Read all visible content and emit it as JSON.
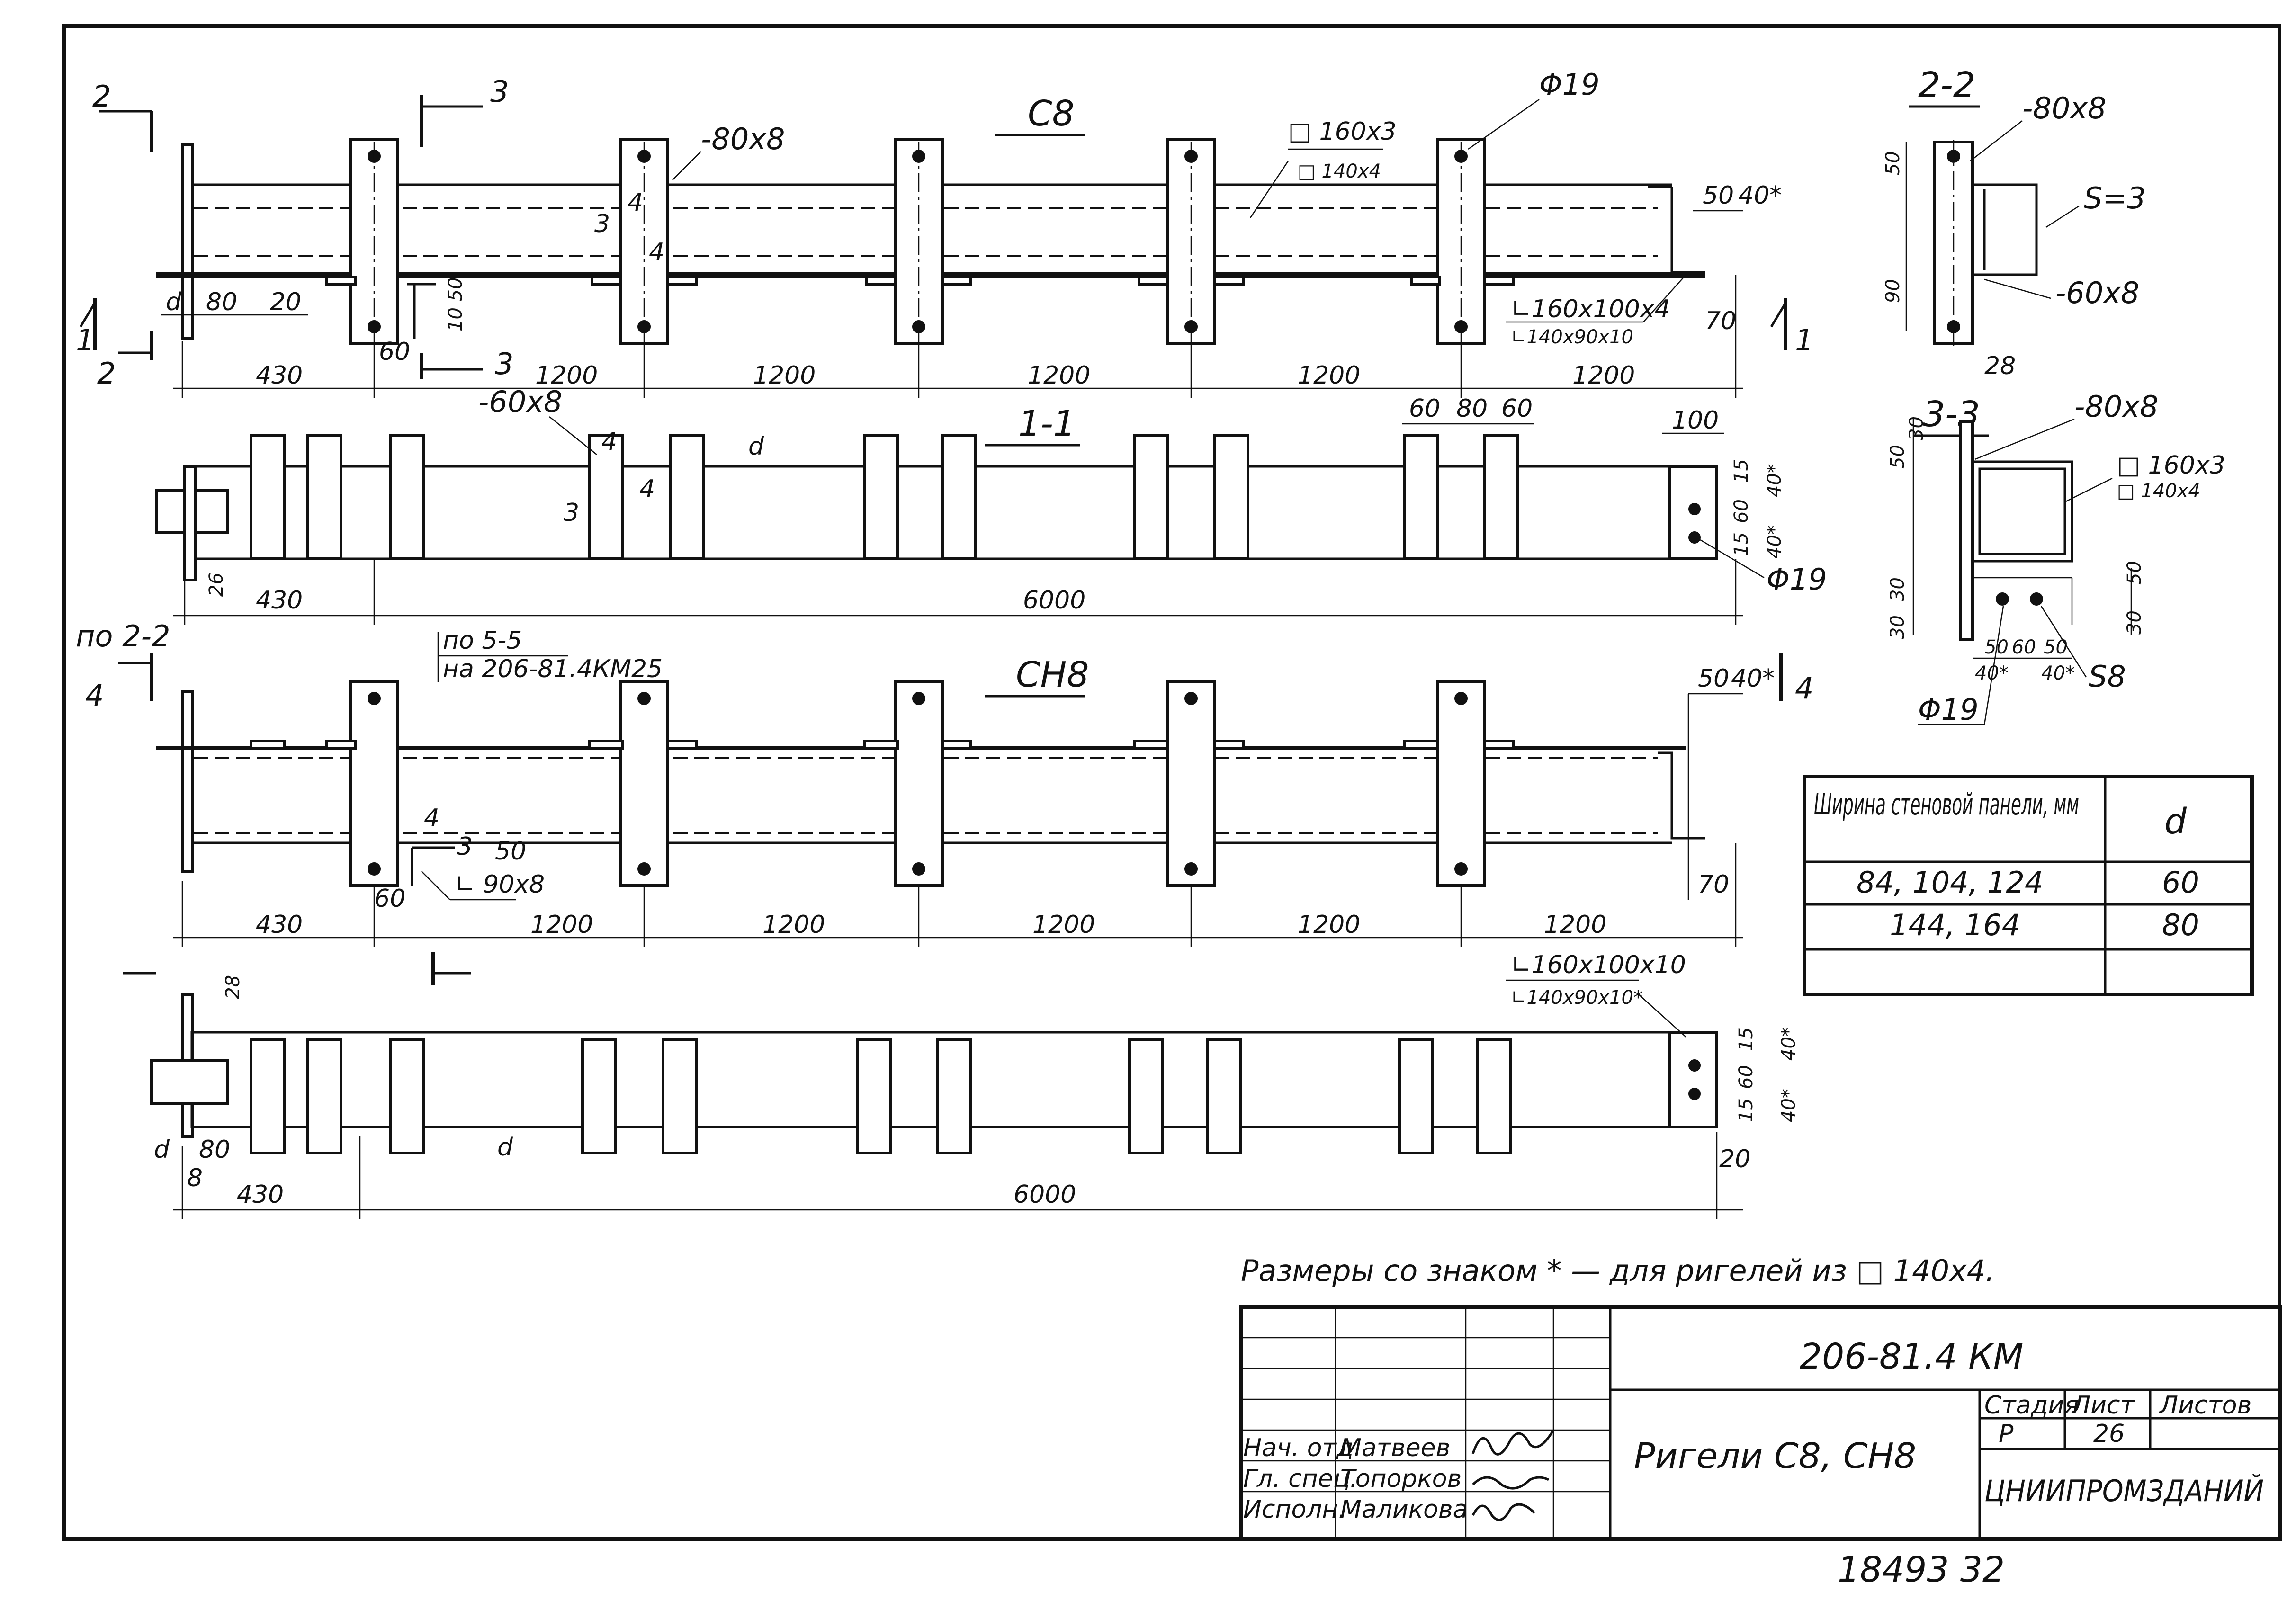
{
  "views": {
    "c8": {
      "title": "С8",
      "section_2": "2",
      "section_3": "3",
      "tube": "□ 160x3",
      "tube_alt": "□ 140x4",
      "plate": "-80x8",
      "hole": "Φ19",
      "weld_3": "3",
      "weld_4a": "4",
      "weld_4b": "4",
      "angle": "∟160x100x4",
      "angle_alt": "∟140x90x10",
      "section_1": "1",
      "dims": {
        "d": "d",
        "d80": "80",
        "d20": "20",
        "d60": "60",
        "d1050": "10 50",
        "d50": "50",
        "d40s": "40*",
        "d70": "70",
        "span430": "430",
        "span1200": "1200"
      }
    },
    "sec11": {
      "title": "1-1",
      "plate": "-60x8",
      "weld_3": "3",
      "weld_4a": "4",
      "weld_4b": "4",
      "d": "d",
      "hole": "Φ19",
      "dims": {
        "d100": "100",
        "d60a": "60",
        "d80": "80",
        "d60b": "60",
        "d26": "26",
        "d430": "430",
        "d6000": "6000",
        "v15": "15",
        "v60": "60",
        "v15b": "15",
        "v40a": "40*",
        "v40b": "40*"
      }
    },
    "cn8": {
      "title": "СН8",
      "ref_2_2": "по 2-2",
      "section_4": "4",
      "ref_5_5": "по 5-5",
      "ref_doc": "на 206-81.4КМ25",
      "angle": "∟ 90x8",
      "weld_4": "4",
      "weld_3": "3",
      "dims": {
        "d50": "50",
        "d40s": "40*",
        "d50b": "50",
        "d60": "60",
        "d70": "70",
        "span430": "430",
        "span1200": "1200"
      }
    },
    "plan_cn8": {
      "d28": "28",
      "d": "d",
      "d80": "80",
      "d8": "8",
      "d430": "430",
      "d6000": "6000",
      "d20": "20",
      "angle": "∟160x100x10",
      "angle_alt": "∟140x90x10*",
      "dims": {
        "v15": "15",
        "v60": "60",
        "v15b": "15",
        "v40a": "40*",
        "v40b": "40*"
      }
    },
    "sec22": {
      "title": "2-2",
      "plate": "-80x8",
      "s": "S=3",
      "plate2": "-60x8",
      "d50": "50",
      "d90": "90",
      "d28": "28"
    },
    "sec33": {
      "title": "3-3",
      "plate": "-80x8",
      "tube": "□ 160x3",
      "tube_alt": "□ 140x4",
      "hole": "Φ19",
      "s8": "S8",
      "dims": {
        "v50": "50",
        "v30": "30",
        "v30b": "30",
        "v30c": "30",
        "h50a": "50",
        "h60": "60",
        "h50b": "50",
        "h40a": "40*",
        "h40b": "40*",
        "r50": "50",
        "r30": "30"
      }
    }
  },
  "table": {
    "col1_header": "Ширина стеновой панели, мм",
    "col2_header": "d",
    "rows": [
      {
        "width": "84, 104, 124",
        "d": "60"
      },
      {
        "width": "144, 164",
        "d": "80"
      }
    ]
  },
  "note": "Размеры со знаком * — для ригелей из □ 140x4.",
  "title_block": {
    "doc_code": "206-81.4 КМ",
    "title": "Ригели С8, СН8",
    "stage_label": "Стадия",
    "sheet_label": "Лист",
    "sheets_label": "Листов",
    "stage": "Р",
    "sheet": "26",
    "org": "ЦНИИПРОМЗДАНИЙ",
    "roles": [
      {
        "role": "Нач. отд.",
        "name": "Матвеев"
      },
      {
        "role": "Гл. спец.",
        "name": "Топорков"
      },
      {
        "role": "Исполн.",
        "name": "Маликова"
      }
    ]
  },
  "archive_number": "18493  32"
}
